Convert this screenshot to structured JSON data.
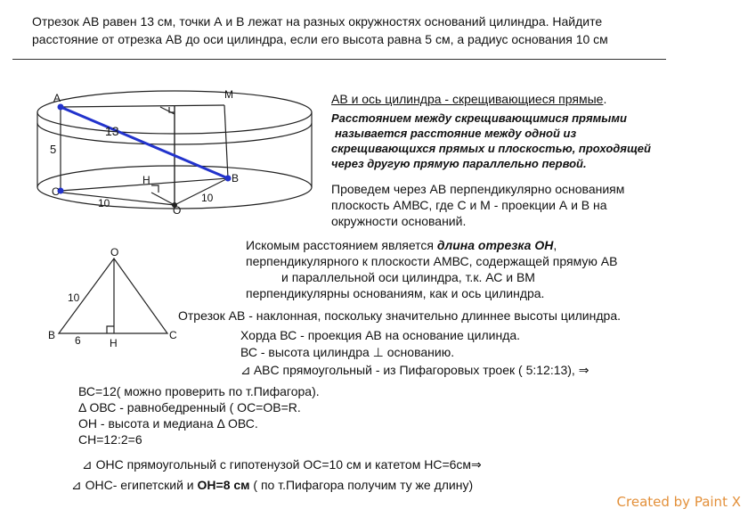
{
  "problem": {
    "line1": "Отрезок АВ равен 13 см, точки А и В лежат на разных окружностях оснований цилиндра. Найдите",
    "line2": "расстояние от отрезка АВ до оси цилиндра, если его высота равна 5 см, а радиус основания 10 см"
  },
  "fig1": {
    "A": "A",
    "M": "M",
    "C": "C",
    "B": "B",
    "H": "H",
    "O": "O",
    "l13": "13",
    "l5": "5",
    "l10a": "10",
    "l10b": "10"
  },
  "fig2": {
    "O": "O",
    "B": "B",
    "C": "C",
    "H": "H",
    "l10": "10",
    "l6": "6"
  },
  "block1": {
    "title": "AB и ось цилиндра - скрещивающиеся прямые",
    "dot": ".",
    "def1": "Расстоянием между скрещивающимися прямыми",
    "def2": "называется расстояние между одной из",
    "def3": "скрещивающихся прямых и плоскостью, проходящей",
    "def4": "через другую прямую параллельно первой."
  },
  "block2": {
    "l1": "Проведем через АВ перпендикулярно основаниям",
    "l2": "плоскость АМВС, где С и М - проекции А и В на",
    "l3": "окружности оснований."
  },
  "block3": {
    "l1a": "Искомым расстоянием является ",
    "l1b": "длина отрезка ОН",
    "l1c": ",",
    "l2": "перпендикулярного к плоскости АМВС, содержащей прямую АВ",
    "l3": "и параллельной  оси цилиндра, т.к. АС и ВМ",
    "l4": "перпендикулярны основаниям, как и ось цилиндра."
  },
  "block4": {
    "l1": "Отрезок АВ - наклонная, поскольку значительно длиннее высоты цилиндра.",
    "l2": "Хорда ВС - проекция АВ на основание цилинда.",
    "l3": "ВС - высота цилиндра ⊥ основанию.",
    "l4": "⊿ ABC  прямоугольный - из Пифагоровых троек ( 5:12:13), ⇒"
  },
  "block5": {
    "l1": "ВС=12( можно проверить по т.Пифагора).",
    "l2": "Δ ОВС - равнобедренный ( ОС=ОВ=R.",
    "l3": "ОН - высота и медиана Δ ОВС.",
    "l4": "СН=12:2=6",
    "l5": "⊿ ОНС прямоугольный с гипотенузой ОС=10 см и катетом НС=6см⇒",
    "l6a": "⊿ ОНС- египетский и ",
    "l6b": "ОН=8 см",
    "l6c": " (  по т.Пифагора получим ту же длину)"
  },
  "watermark": "Created by Paint X",
  "colors": {
    "accent": "#2233cc",
    "watermark": "#e3903a"
  }
}
